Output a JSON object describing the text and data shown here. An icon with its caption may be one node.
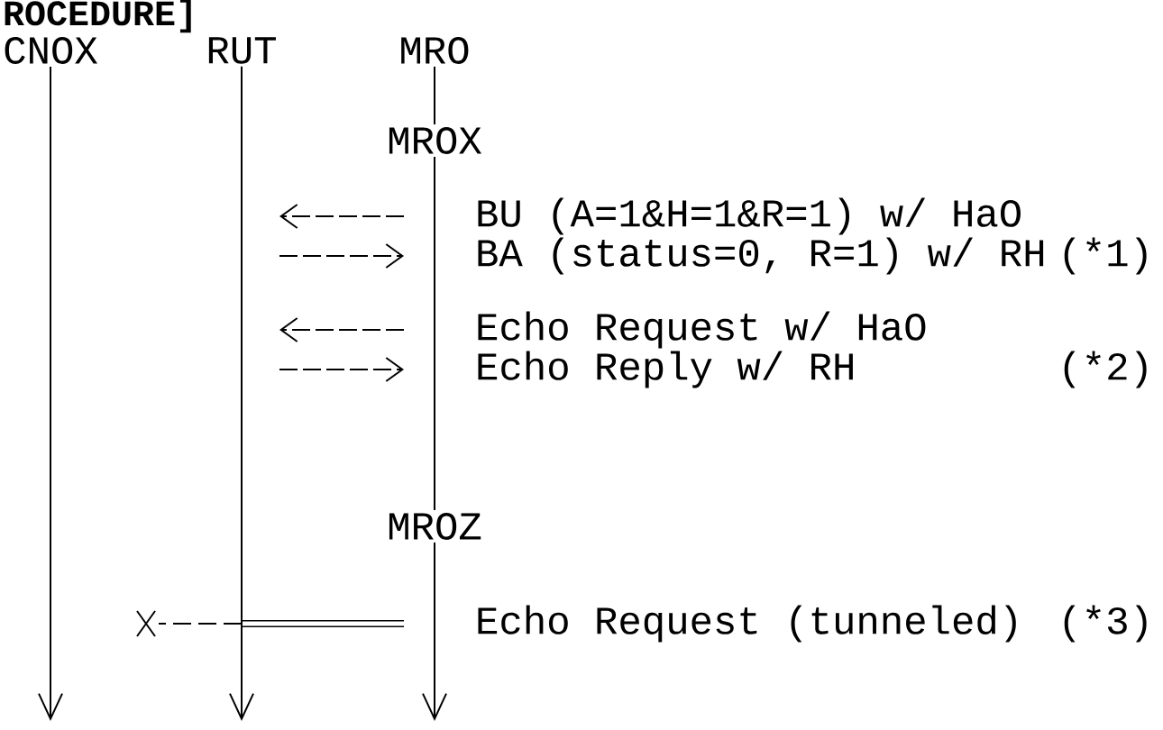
{
  "diagram": {
    "nodes": [
      {
        "text": [
          "CNOX"
        ]
      },
      {
        "text": [
          "RUT"
        ]
      },
      {
        "text": [
          "MRO"
        ]
      },
      {
        "text": [
          "MROX"
        ]
      },
      {
        "text": [
          "MROZ"
        ]
      }
    ],
    "edges": [
      {
        "from": 2,
        "to": 3,
        "arrow": "none"
      },
      {
        "from": 3,
        "to": 4,
        "arrow": "none"
      },
      {
        "from": 4,
        "to": null,
        "arrow": "to"
      },
      {
        "from": 0,
        "to": null,
        "arrow": "to"
      },
      {
        "from": 1,
        "to": null,
        "arrow": "to"
      }
    ],
    "labels": [
      "ROCEDURE]",
      "BU (A=1&H=1&R=1) w/ HaO",
      "BA (status=0, R=1) w/ RH",
      "(*1)",
      "Echo Request w/ HaO",
      "Echo Reply w/ RH",
      "(*2)",
      "Echo Request (tunneled)",
      "(*3)"
    ]
  }
}
